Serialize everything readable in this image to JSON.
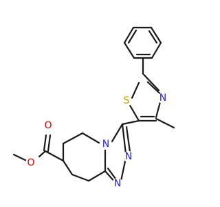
{
  "molecule": {
    "atoms": [
      {
        "name": "atom-label-s",
        "text": "S",
        "color": "#b8a200"
      },
      {
        "name": "atom-label-n-thiazole",
        "text": "N",
        "color": "#2323e0"
      },
      {
        "name": "atom-label-n-bridge",
        "text": "N",
        "color": "#2323e0"
      },
      {
        "name": "atom-label-n-triazole-1",
        "text": "N",
        "color": "#2323e0"
      },
      {
        "name": "atom-label-n-triazole-2",
        "text": "N",
        "color": "#2323e0"
      },
      {
        "name": "atom-label-o-carbonyl",
        "text": "O",
        "color": "#e00000"
      },
      {
        "name": "atom-label-o-ester",
        "text": "O",
        "color": "#e00000"
      }
    ],
    "bond_color": "#1a1a1a"
  }
}
